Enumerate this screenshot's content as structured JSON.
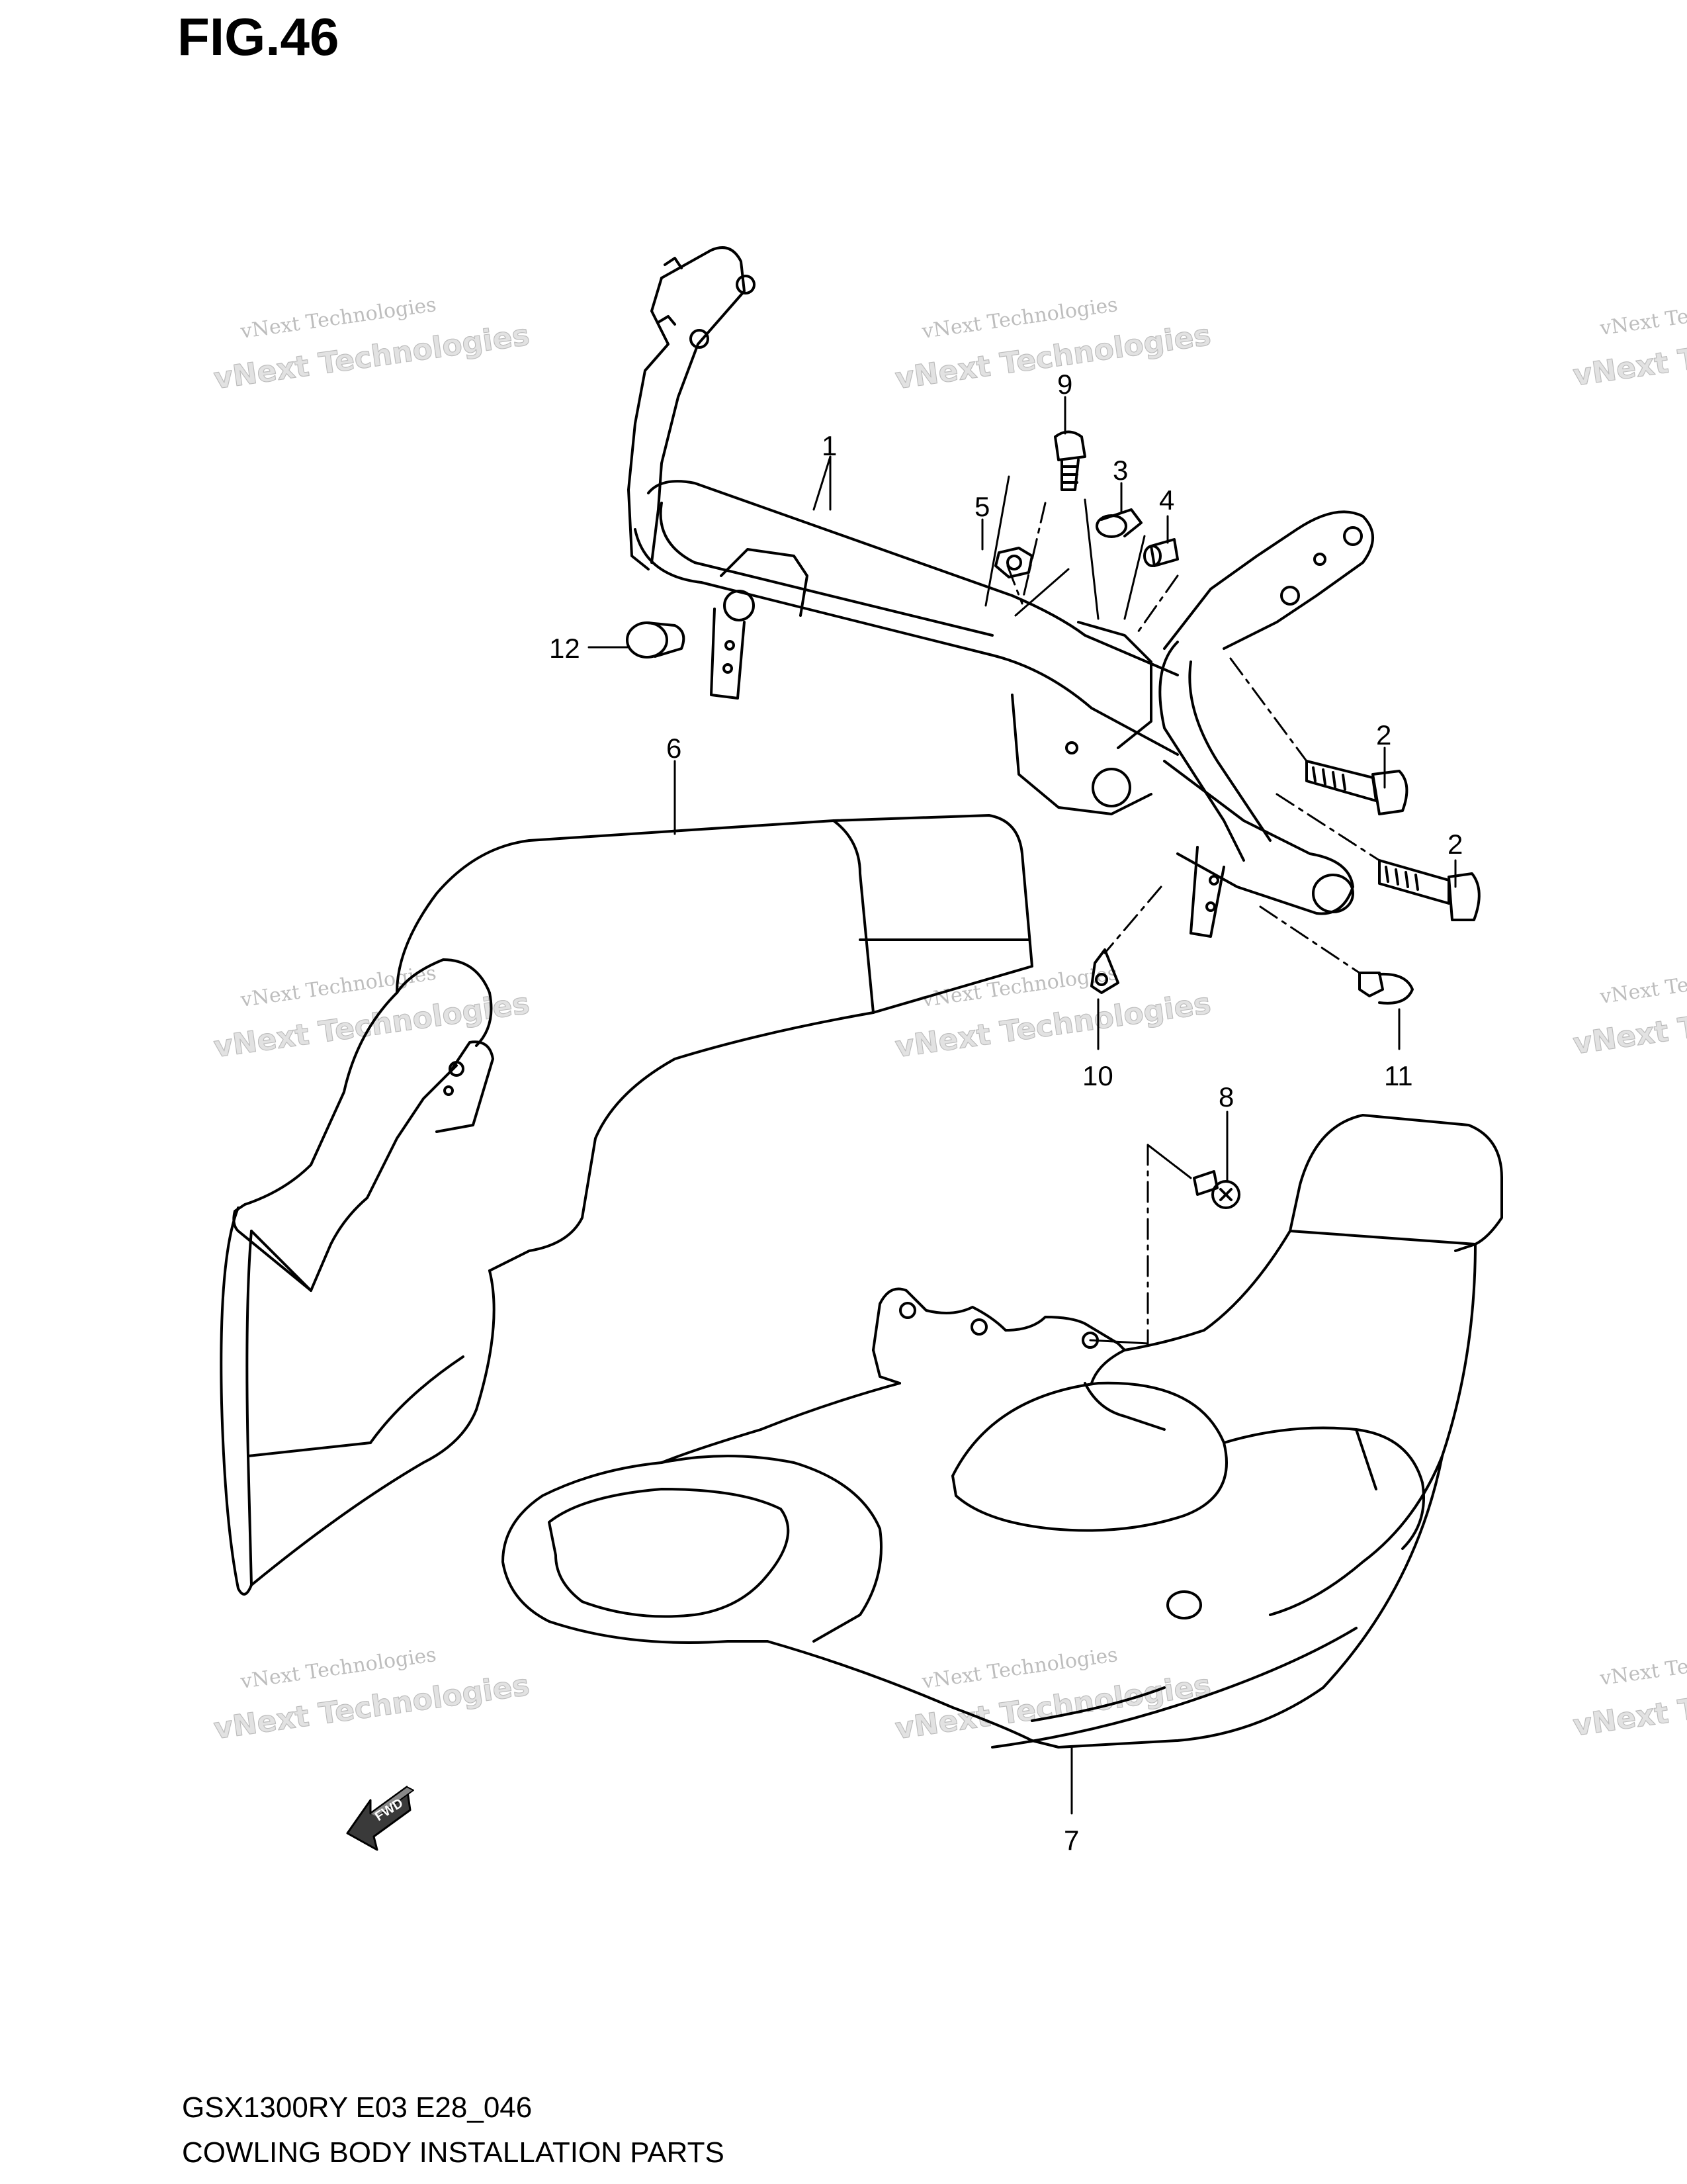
{
  "figure": {
    "title": "FIG.46",
    "model_code": "GSX1300RY E03 E28_046",
    "caption": "COWLING BODY INSTALLATION PARTS"
  },
  "watermark": {
    "line1": "vNext Technologies",
    "line2": "vNext Technologies"
  },
  "fwd_label": "FWD",
  "callouts": [
    {
      "id": "1",
      "part": "bracket-frame"
    },
    {
      "id": "2",
      "part": "bolt-upper"
    },
    {
      "id": "2",
      "part": "bolt-lower"
    },
    {
      "id": "3",
      "part": "collar"
    },
    {
      "id": "4",
      "part": "spacer"
    },
    {
      "id": "5",
      "part": "nut"
    },
    {
      "id": "6",
      "part": "air-duct-left"
    },
    {
      "id": "7",
      "part": "air-duct-right"
    },
    {
      "id": "8",
      "part": "screw"
    },
    {
      "id": "9",
      "part": "screw-top"
    },
    {
      "id": "10",
      "part": "clip"
    },
    {
      "id": "11",
      "part": "screw-side"
    },
    {
      "id": "12",
      "part": "grommet"
    }
  ]
}
